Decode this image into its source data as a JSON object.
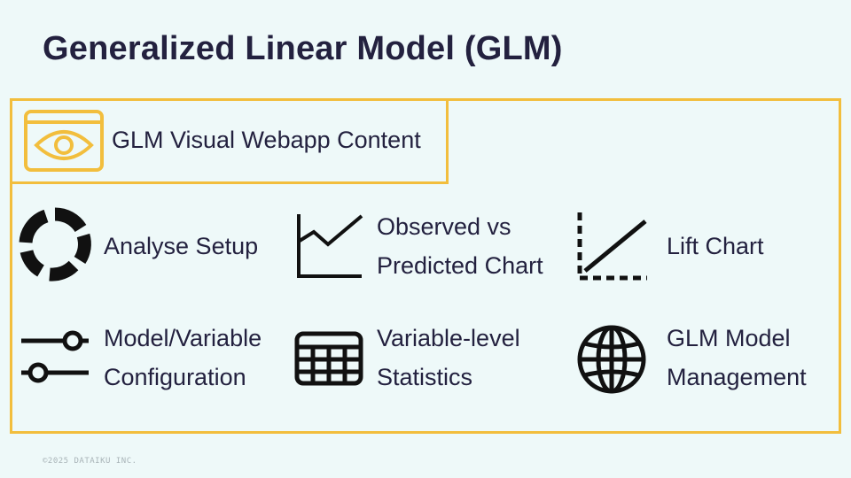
{
  "slide": {
    "title": "Generalized Linear Model (GLM)",
    "footer": "©2025 DATAIKU INC."
  },
  "header_item": {
    "label": "GLM Visual Webapp Content",
    "icon": "eye-browser-icon"
  },
  "items": [
    {
      "line1": "Analyse Setup",
      "line2": "",
      "icon": "donut-segments-icon"
    },
    {
      "line1": "Observed vs",
      "line2": "Predicted Chart",
      "icon": "line-chart-icon"
    },
    {
      "line1": "Lift Chart",
      "line2": "",
      "icon": "lift-chart-icon"
    },
    {
      "line1": "Model/Variable",
      "line2": "Configuration",
      "icon": "sliders-icon"
    },
    {
      "line1": "Variable-level",
      "line2": "Statistics",
      "icon": "table-icon"
    },
    {
      "line1": "GLM Model",
      "line2": "Management",
      "icon": "globe-icon"
    }
  ],
  "colors": {
    "accent": "#f2be3d",
    "text": "#23213f",
    "background": "#eef9f9"
  }
}
